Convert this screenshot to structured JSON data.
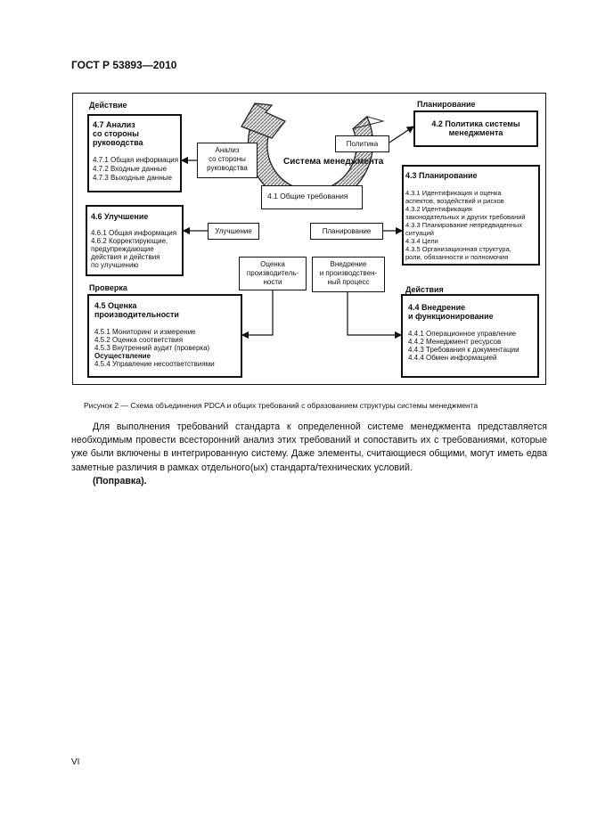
{
  "header": {
    "doc_code": "ГОСТ Р 53893—2010"
  },
  "diagram": {
    "section_labels": {
      "action": "Действие",
      "planning": "Планирование",
      "check": "Проверка",
      "actions": "Действия"
    },
    "center": {
      "title": "Система менеджмента",
      "req": "4.1 Общие требования"
    },
    "connectors": {
      "review": [
        "Анализ",
        "со стороны",
        "руководства"
      ],
      "policy": "Политика",
      "improvement": "Улучшение",
      "planning": "Планирование",
      "evaluation": [
        "Оценка",
        "производитель-",
        "ности"
      ],
      "implementation": [
        "Внедрение",
        "и производствен-",
        "ный процесс"
      ]
    },
    "box_47": {
      "title": [
        "4.7 Анализ",
        "со стороны",
        "руководства"
      ],
      "items": [
        "4.7.1 Общая информация",
        "4.7.2 Входные данные",
        "4.7.3 Выходные данные"
      ]
    },
    "box_42": {
      "title": [
        "4.2 Политика системы",
        "менеджмента"
      ]
    },
    "box_43": {
      "title": "4.3 Планирование",
      "items": [
        "4.3.1 Идентификация и оценка",
        "аспектов, воздействий и рисков",
        "4.3.2 Идентификация",
        "законодательных и других требований",
        "4.3.3 Планирование непредвиденных",
        "ситуаций",
        "4.3.4 Цели",
        "4.3.5 Организационная структура,",
        "роли, обязанности и полномочия"
      ]
    },
    "box_46": {
      "title": "4.6 Улучшение",
      "items": [
        "4.6.1 Общая информация",
        "4.6.2 Корректирующие,",
        "предупреждающие",
        "действия и действия",
        "по улучшению"
      ]
    },
    "box_45": {
      "title": [
        "4.5 Оценка",
        "производительности"
      ],
      "items": [
        "4.5.1 Мониторинг и измерение",
        "4.5.2 Оценка соответствия",
        "4.5.3 Внутренний аудит (проверка)"
      ],
      "bold_item": "Осуществление",
      "last_item": "4.5.4 Управление несоответствиями"
    },
    "box_44": {
      "title": [
        "4.4 Внедрение",
        "и функционирование"
      ],
      "items": [
        "4.4.1 Операционное управление",
        "4.4.2 Менеджмент ресурсов",
        "4.4.3 Требования к документации",
        "4.4.4 Обмен информацией"
      ]
    }
  },
  "caption": "Рисунок 2 — Схема объединения PDCA и общих требований с образованием структуры системы менеджмента",
  "paragraph": "Для выполнения требований стандарта к определенной системе менеджмента представляется необходимым провести всесторонний анализ этих требований и сопоставить их с требованиями, которые уже были включены в интегрированную систему. Даже элементы, считающиеся общими, могут иметь едва заметные различия в рамках отдельного(ых) стандарта/технических условий.",
  "amendment": "(Поправка).",
  "page_number": "VI"
}
